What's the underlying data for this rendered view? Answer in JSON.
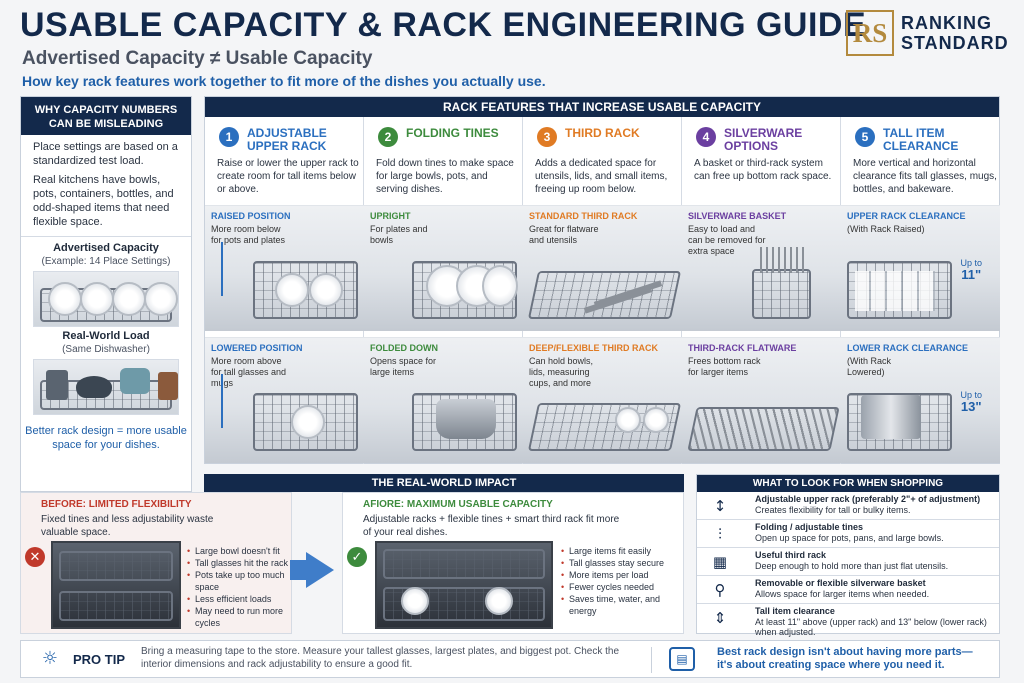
{
  "header": {
    "title": "USABLE CAPACITY & RACK ENGINEERING GUIDE",
    "subtitle": "Advertised Capacity ≠ Usable Capacity",
    "tagline": "How key rack features work together to fit more of the dishes you actually use."
  },
  "logo": {
    "initials": "RS",
    "line1": "RANKING",
    "line2": "STANDARD"
  },
  "left_panel": {
    "heading": "WHY CAPACITY NUMBERS CAN BE MISLEADING",
    "p1": "Place settings are based on a standardized test load.",
    "p2": "Real kitchens have bowls, pots, containers, bottles, and odd-shaped items that need flexible space.",
    "advertised_title": "Advertised Capacity",
    "advertised_sub": "(Example: 14 Place Settings)",
    "real_title": "Real-World Load",
    "real_sub": "(Same Dishwasher)",
    "footer": "Better rack design = more usable space for your dishes."
  },
  "features": {
    "heading": "RACK FEATURES THAT INCREASE USABLE CAPACITY",
    "items": [
      {
        "num": "1",
        "title": "ADJUSTABLE UPPER RACK",
        "desc": "Raise or lower the upper rack to create room for tall items below or above.",
        "img1_label": "RAISED POSITION",
        "img1_desc": "More room below for pots and plates",
        "img2_label": "LOWERED POSITION",
        "img2_desc": "More room above for tall glasses and mugs"
      },
      {
        "num": "2",
        "title": "FOLDING TINES",
        "desc": "Fold down tines to make space for large bowls, pots, and serving dishes.",
        "img1_label": "UPRIGHT",
        "img1_desc": "For plates and bowls",
        "img2_label": "FOLDED DOWN",
        "img2_desc": "Opens space for large items"
      },
      {
        "num": "3",
        "title": "THIRD RACK",
        "desc": "Adds a dedicated space for utensils, lids, and small items, freeing up room below.",
        "img1_label": "STANDARD THIRD RACK",
        "img1_desc": "Great for flatware and utensils",
        "img2_label": "DEEP/FLEXIBLE THIRD RACK",
        "img2_desc": "Can hold bowls, lids, measuring cups, and more"
      },
      {
        "num": "4",
        "title": "SILVERWARE OPTIONS",
        "desc": "A basket or third-rack system can free up bottom rack space.",
        "img1_label": "SILVERWARE BASKET",
        "img1_desc": "Easy to load and can be removed for extra space",
        "img2_label": "THIRD-RACK FLATWARE",
        "img2_desc": "Frees bottom rack for larger items"
      },
      {
        "num": "5",
        "title": "TALL ITEM CLEARANCE",
        "desc": "More vertical and horizontal clearance fits tall glasses, mugs, bottles, and bakeware.",
        "img1_label": "UPPER RACK CLEARANCE",
        "img1_desc": "(With Rack Raised)",
        "img2_label": "LOWER RACK CLEARANCE",
        "img2_desc": "(With Rack Lowered)",
        "up_to_label": "Up to",
        "up_to_1": "11\"",
        "up_to_2": "13\""
      }
    ]
  },
  "impact": {
    "heading": "THE REAL-WORLD IMPACT",
    "before_title": "BEFORE: LIMITED FLEXIBILITY",
    "before_desc": "Fixed tines and less adjustability waste valuable space.",
    "before_points": [
      "Large bowl doesn't fit",
      "Tall glasses hit the rack",
      "Pots take up too much space",
      "Less efficient loads",
      "May need to run more cycles"
    ],
    "after_title": "AFIORE: MAXIMUM USABLE CAPACITY",
    "after_desc": "Adjustable racks + flexible tines + smart third rack fit more of your real dishes.",
    "after_points": [
      "Large items fit easily",
      "Tall glasses stay secure",
      "More items per load",
      "Fewer cycles needed",
      "Saves time, water, and energy"
    ]
  },
  "shopping": {
    "heading": "WHAT TO LOOK FOR WHEN SHOPPING",
    "items": [
      {
        "icon": "↕",
        "title": "Adjustable upper rack (preferably 2\"+ of adjustment)",
        "desc": "Creates flexibility for tall or bulky items."
      },
      {
        "icon": "⫶",
        "title": "Folding / adjustable tines",
        "desc": "Open up space for pots, pans, and large bowls."
      },
      {
        "icon": "▦",
        "title": "Useful third rack",
        "desc": "Deep enough to hold more than just flat utensils."
      },
      {
        "icon": "⚲",
        "title": "Removable or flexible silverware basket",
        "desc": "Allows space for larger items when needed."
      },
      {
        "icon": "⇕",
        "title": "Tall item clearance",
        "desc": "At least 11\" above (upper rack) and 13\" below (lower rack) when adjusted."
      }
    ]
  },
  "tip": {
    "label": "PRO TIP",
    "text": "Bring a measuring tape to the store. Measure your tallest glasses, largest plates, and biggest pot. Check the interior dimensions and rack adjustability to ensure a good fit.",
    "quote": "Best rack design isn't about having more parts— it's about creating space where you need it."
  },
  "colors": {
    "navy": "#13294b",
    "feat1": "#2b6fbf",
    "feat2": "#3d8b3d",
    "feat3": "#e07b24",
    "feat4": "#6b3fa0",
    "feat5": "#2b6fbf",
    "red": "#c0392b",
    "green": "#3d8b3d"
  }
}
